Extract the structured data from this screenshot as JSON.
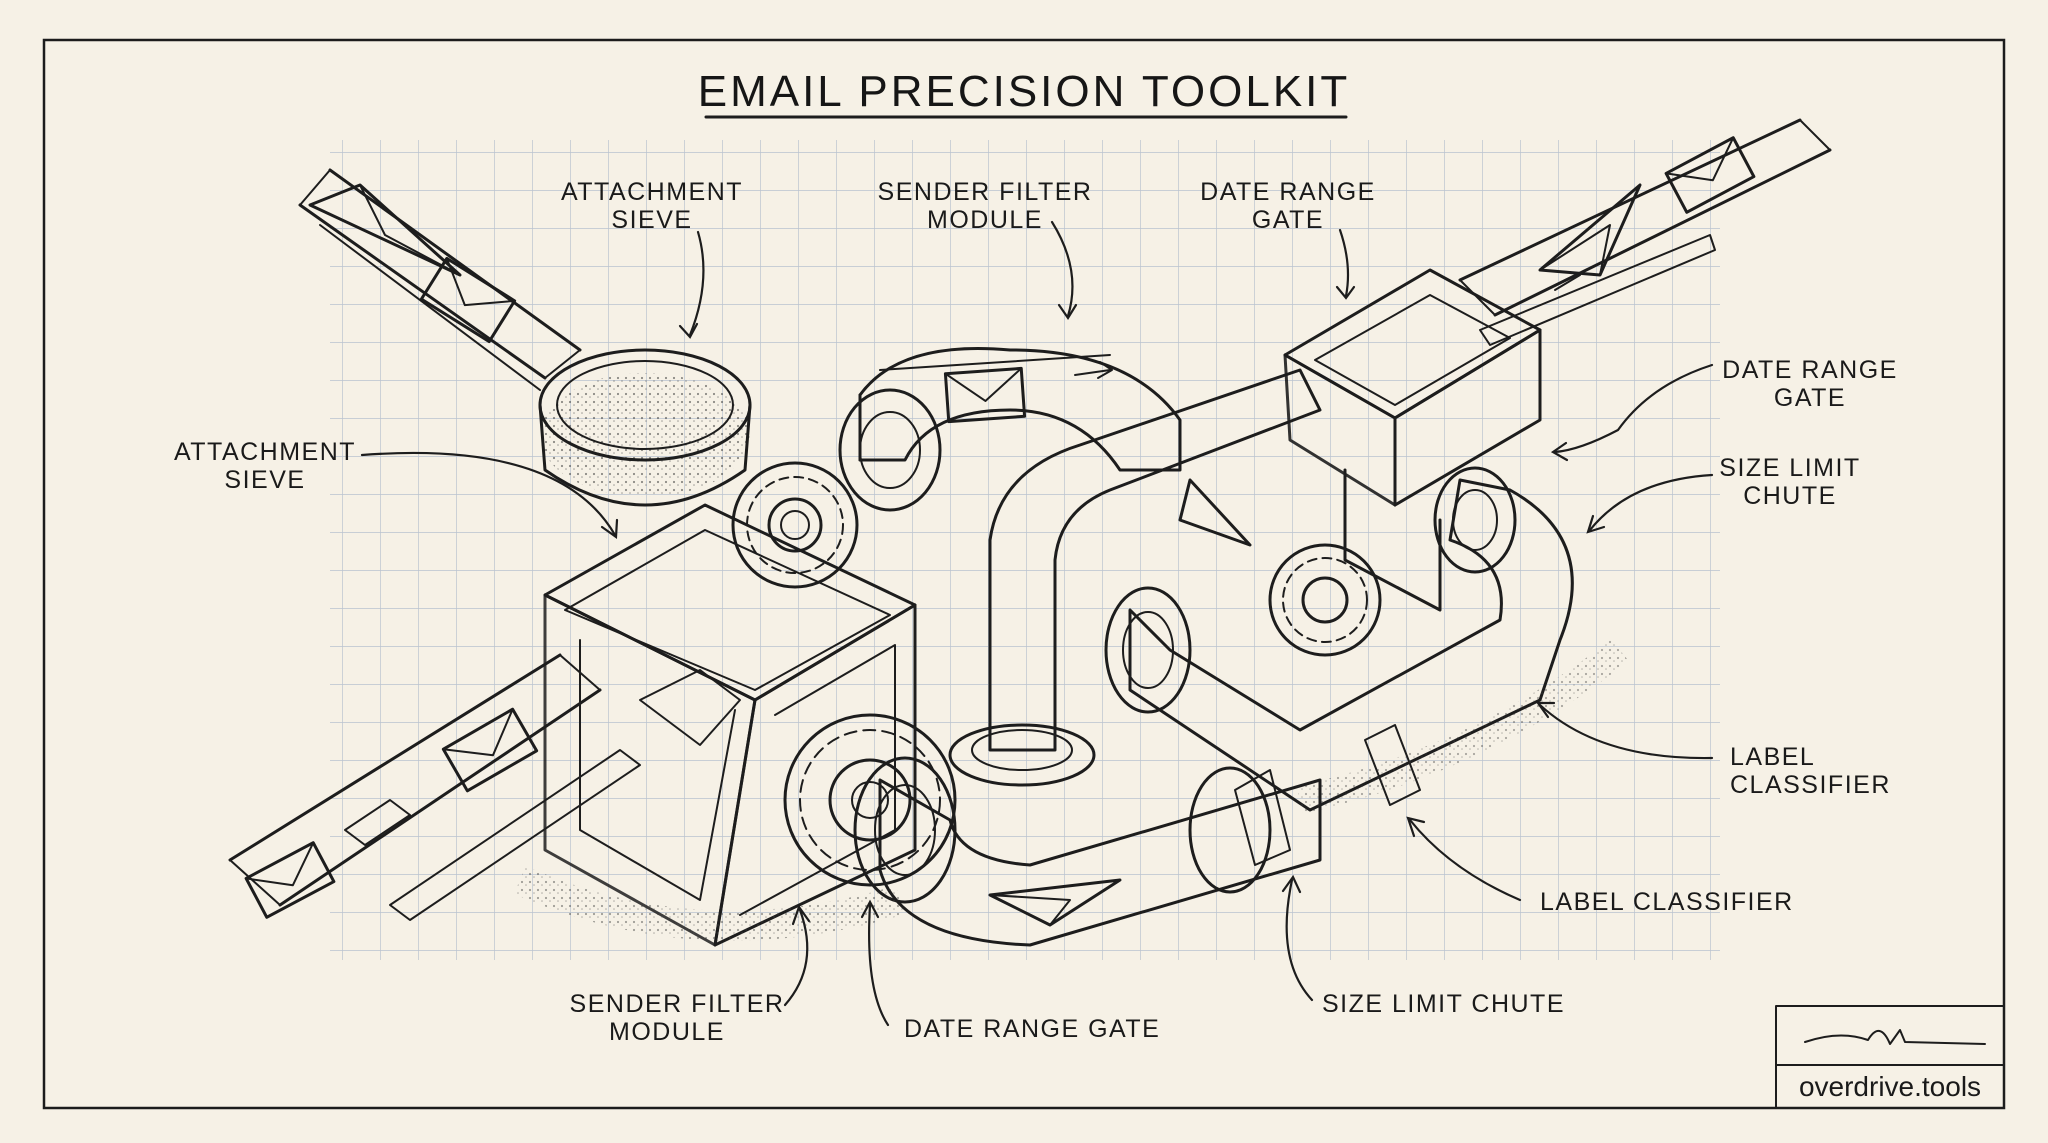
{
  "title": "EMAIL PRECISION TOOLKIT",
  "labels": {
    "attachment_sieve_top": [
      "ATTACHMENT",
      "SIEVE"
    ],
    "sender_filter_top": [
      "SENDER FILTER",
      "MODULE"
    ],
    "date_range_top": [
      "DATE RANGE",
      "GATE"
    ],
    "attachment_sieve_left": [
      "ATTACHMENT",
      "SIEVE"
    ],
    "date_range_right": [
      "DATE RANGE",
      "GATE"
    ],
    "size_limit_right": [
      "SIZE LIMIT",
      "CHUTE"
    ],
    "label_classifier_right": [
      "LABEL",
      "CLASSIFIER"
    ],
    "label_classifier_lower": "LABEL CLASSIFIER",
    "sender_filter_bottom": [
      "SENDER FILTER",
      "MODULE"
    ],
    "date_range_bottom": "DATE RANGE GATE",
    "size_limit_bottom": "SIZE LIMIT CHUTE"
  },
  "signature": {
    "text": "overdrive.tools"
  },
  "icons": [
    "envelope-icon",
    "paper-plane-icon",
    "gear-icon",
    "sieve-mesh-icon",
    "funnel-hopper-icon",
    "signature-mark-icon"
  ]
}
